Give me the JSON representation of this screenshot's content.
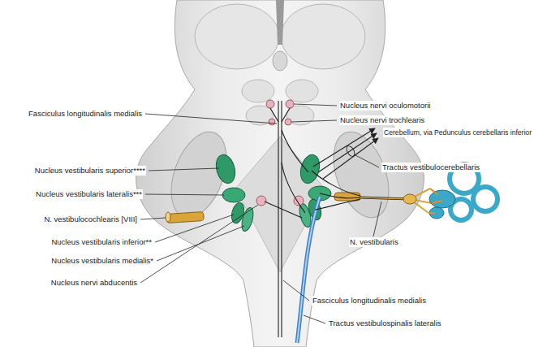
{
  "diagram": {
    "labels": [
      "Fasciculus longitudinalis medialis",
      "Nucleus nervi oculomotorii",
      "Nucleus nervi trochlearis",
      "Cerebellum, via Pedunculus cerebellaris inferior",
      "Tractus vestibulocerebellaris",
      "Nucleus vestibularis superior****",
      "Nucleus vestibularis lateralis***",
      "N. vestibulocochlearis [VIII]",
      "Nucleus vestibularis inferior**",
      "Nucleus vestibularis medialis*",
      "Nucleus nervi abducentis",
      "N. vestibularis",
      "Fasciculus longitudinalis medialis",
      "Tractus vestibulospinalis lateralis"
    ]
  }
}
